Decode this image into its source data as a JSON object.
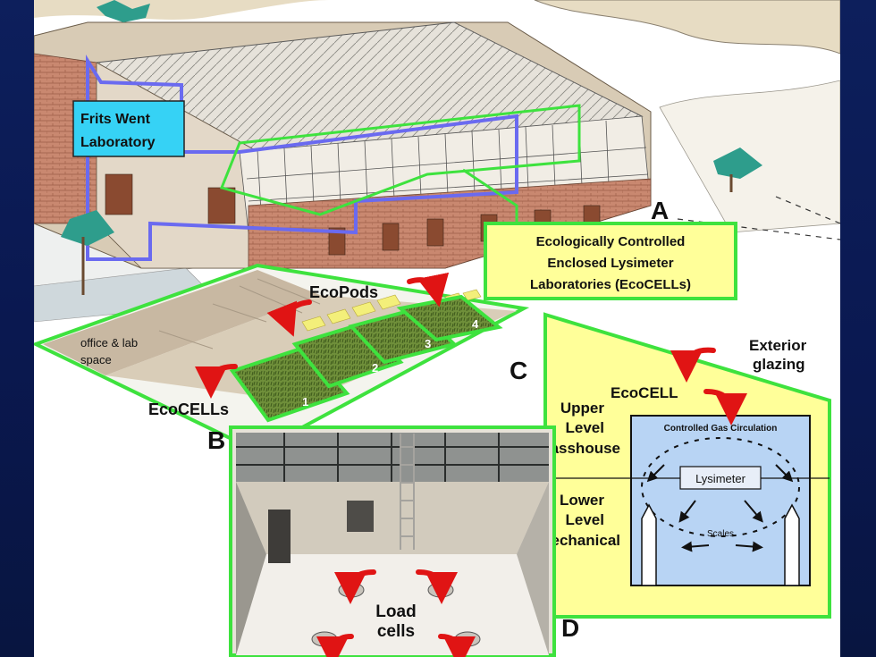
{
  "labels": {
    "frits": [
      "Frits Went",
      "Laboratory"
    ],
    "eco_controlled": [
      "Ecologically Controlled",
      "Enclosed Lysimeter",
      "Laboratories (EcoCELLs)"
    ],
    "letter_a": "A",
    "letter_b": "B",
    "letter_c": "C",
    "letter_d": "D",
    "ecopods": "EcoPods",
    "office": [
      "office & lab",
      "space"
    ],
    "ecocells_plan": "EcoCELLs",
    "cell_numbers": [
      "1",
      "2",
      "3",
      "4"
    ],
    "exterior": [
      "Exterior",
      "glazing"
    ],
    "ecocell": "EcoCELL",
    "upper_level": [
      "Upper",
      "Level",
      "Glasshouse"
    ],
    "lower_level": [
      "Lower",
      "Level",
      "Mechanical"
    ],
    "controlled_gas": "Controlled Gas Circulation",
    "lysimeter": "Lysimeter",
    "scales": "Scales",
    "load_cells": [
      "Load",
      "cells"
    ]
  },
  "colors": {
    "outline_green": "#3ee23e",
    "outline_blue": "#6a6af0",
    "label_cyan": "#36d2f5",
    "label_yellow": "#ffff99",
    "arrow_red": "#e01414",
    "cell_blue": "#b8d4f4"
  }
}
